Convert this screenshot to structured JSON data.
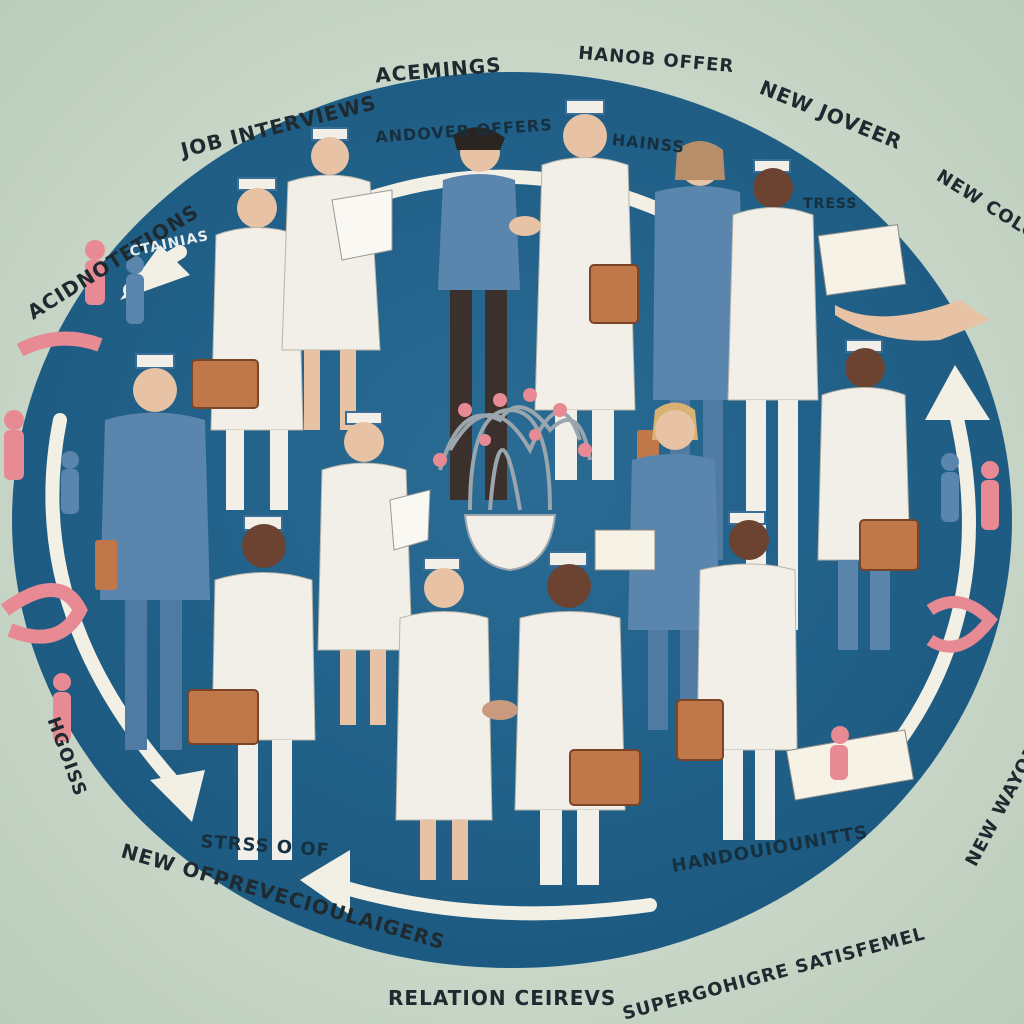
{
  "labels_outer": [
    "ACEMINGS",
    "HANOB OFFER",
    "JOB INTERVIEWS",
    "NEW JOVEER",
    "ACIDNOTETIONS",
    "NEW COLOBIS",
    "HGOISS",
    "NEW WAYOMETT",
    "NEW OFPREVECIOULAIGERS",
    "RELATION CEIREVS",
    "SUPERGOHIGRE SATISFEMEL"
  ],
  "labels_inner": [
    "ANDOVER OFFERS",
    "HAINSS",
    "CTAINIAS",
    "TRESS",
    "STRSS O OF",
    "HANDOUIOUNITTS"
  ],
  "colors": {
    "background": "#c9d8c8",
    "ring": "#1f5f86",
    "arrow": "#f2efe4",
    "uniform": "#f1efe8",
    "coat": "#5a85ad",
    "briefcase": "#c0784a",
    "skin_light": "#e7c2a4",
    "skin_dark": "#6b4330",
    "accent_pink": "#e88a93"
  },
  "icons": [
    "handshake-icon",
    "briefcase-icon",
    "newspaper-icon",
    "tangled-tubes-icon",
    "cycle-arrow-icon"
  ]
}
